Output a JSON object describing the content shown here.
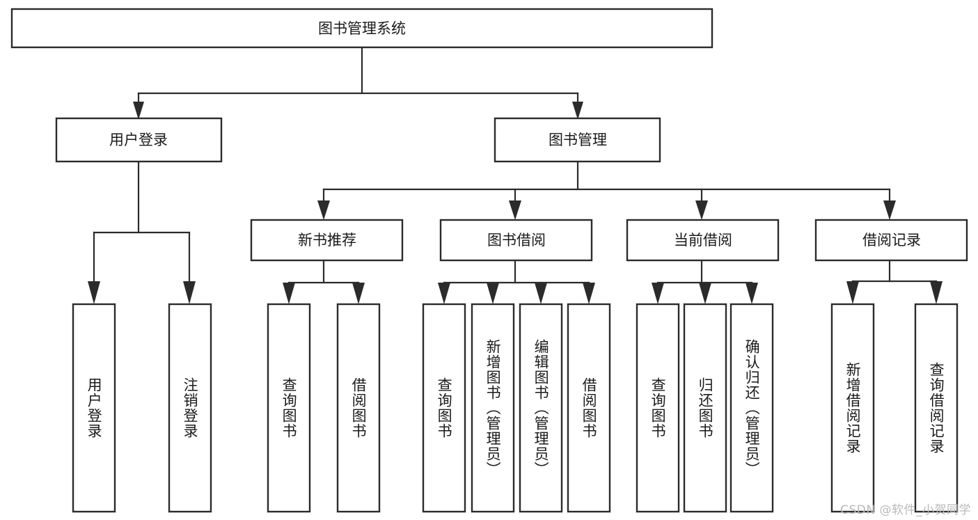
{
  "diagram": {
    "type": "tree",
    "title": "图书管理系统",
    "root": {
      "id": "root",
      "label": "图书管理系统"
    },
    "level1": [
      {
        "id": "user-login",
        "label": "用户登录"
      },
      {
        "id": "book-manage",
        "label": "图书管理"
      }
    ],
    "level2": [
      {
        "id": "new-book-recommend",
        "label": "新书推荐",
        "parent": "book-manage"
      },
      {
        "id": "book-borrow",
        "label": "图书借阅",
        "parent": "book-manage"
      },
      {
        "id": "current-borrow",
        "label": "当前借阅",
        "parent": "book-manage"
      },
      {
        "id": "borrow-record",
        "label": "借阅记录",
        "parent": "book-manage"
      }
    ],
    "leaves": {
      "user-login": [
        {
          "id": "leaf-user-login",
          "label": "用户登录"
        },
        {
          "id": "leaf-user-logout",
          "label": "注销登录"
        }
      ],
      "new-book-recommend": [
        {
          "id": "leaf-query-book-1",
          "label": "查询图书"
        },
        {
          "id": "leaf-borrow-book-1",
          "label": "借阅图书"
        }
      ],
      "book-borrow": [
        {
          "id": "leaf-query-book-2",
          "label": "查询图书"
        },
        {
          "id": "leaf-add-book",
          "label": "新增图书（管理员）"
        },
        {
          "id": "leaf-edit-book",
          "label": "编辑图书（管理员）"
        },
        {
          "id": "leaf-borrow-book-2",
          "label": "借阅图书"
        }
      ],
      "current-borrow": [
        {
          "id": "leaf-query-book-3",
          "label": "查询图书"
        },
        {
          "id": "leaf-return-book",
          "label": "归还图书"
        },
        {
          "id": "leaf-confirm-return",
          "label": "确认归还（管理员）"
        }
      ],
      "borrow-record": [
        {
          "id": "leaf-add-record",
          "label": "新增借阅记录"
        },
        {
          "id": "leaf-query-record",
          "label": "查询借阅记录"
        }
      ]
    }
  },
  "watermark": {
    "text": "CSDN @软件_小贺同学"
  },
  "colors": {
    "stroke": "#2b2b2b",
    "fill": "#ffffff",
    "text": "#1a1a1a",
    "watermark": "#b9b9b9"
  }
}
